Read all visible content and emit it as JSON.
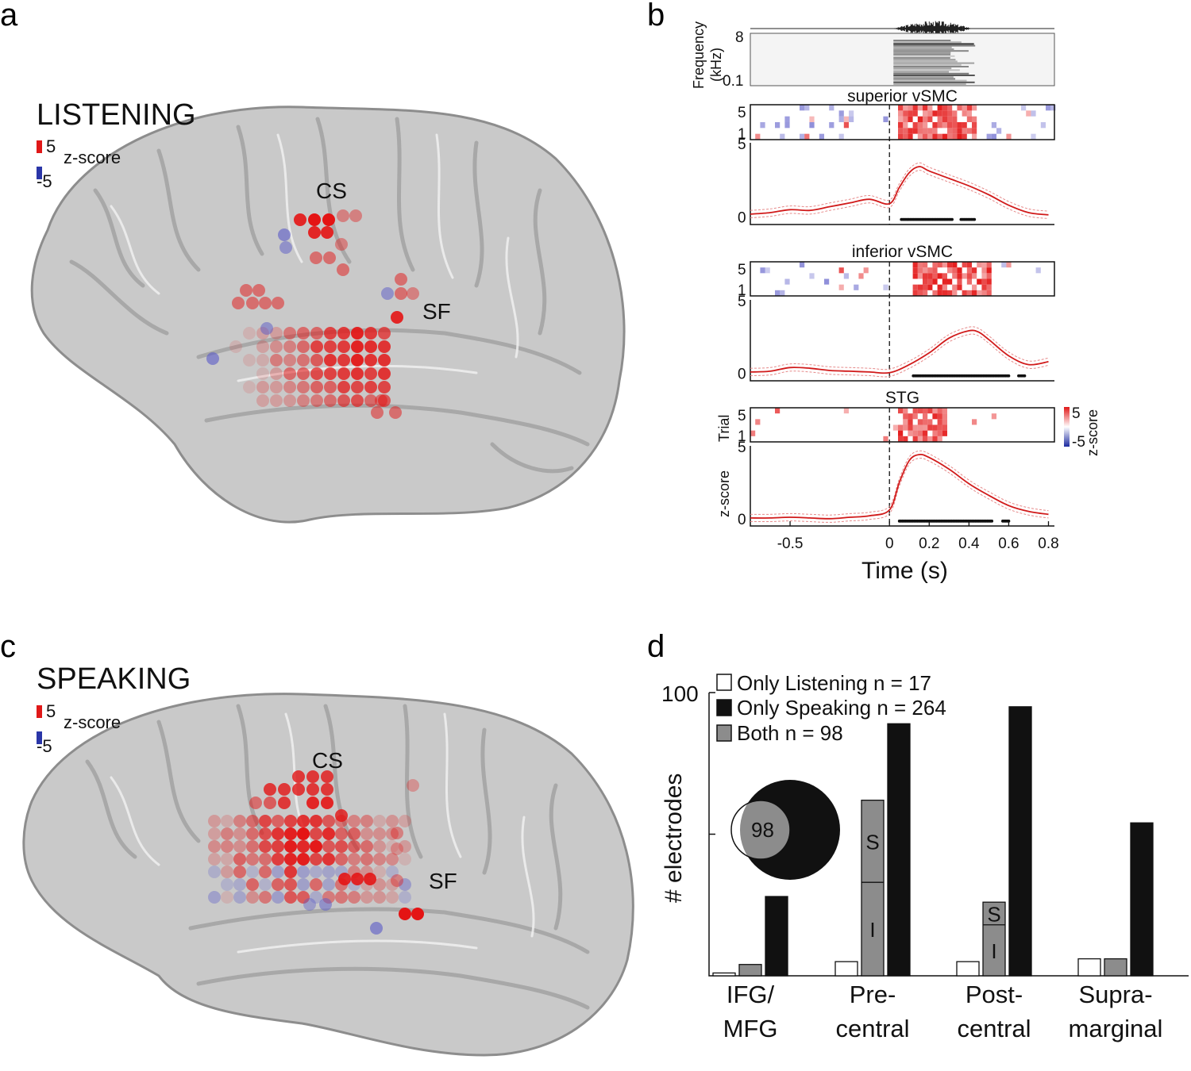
{
  "panels": {
    "a": {
      "label": "a",
      "title": "LISTENING",
      "cb_max": "5",
      "cb_min": "-5",
      "cb_label": "z-score",
      "cs_label": "CS",
      "sf_label": "SF"
    },
    "b": {
      "label": "b",
      "spectrogram": {
        "ylabel_line1": "Frequency",
        "ylabel_line2": "(kHz)",
        "ytick_top": "8",
        "ytick_bottom": "0.1"
      },
      "rows": [
        {
          "title": "superior vSMC",
          "raster_ytick_top": "5",
          "raster_ytick_bottom": "1",
          "trace_ytick_top": "5",
          "trace_ytick_bottom": "0"
        },
        {
          "title": "inferior vSMC",
          "raster_ytick_top": "5",
          "raster_ytick_bottom": "1",
          "trace_ytick_top": "5",
          "trace_ytick_bottom": "0"
        },
        {
          "title": "STG",
          "raster_ytick_top": "5",
          "raster_ytick_bottom": "1",
          "trace_ytick_top": "5",
          "trace_ytick_bottom": "0"
        }
      ],
      "raster_ylabel": "Trial",
      "trace_ylabel": "z-score",
      "cb_max": "5",
      "cb_min": "-5",
      "cb_label": "z-score",
      "xticks": [
        "-0.5",
        "0",
        "0.2",
        "0.4",
        "0.6",
        "0.8"
      ],
      "xlabel": "Time (s)"
    },
    "c": {
      "label": "c",
      "title": "SPEAKING",
      "cb_max": "5",
      "cb_min": "-5",
      "cb_label": "z-score",
      "cs_label": "CS",
      "sf_label": "SF"
    },
    "d": {
      "label": "d",
      "legend": [
        "Only Listening n = 17",
        "Only Speaking n = 264",
        "Both n = 98"
      ],
      "venn_label": "98",
      "ylabel": "# electrodes",
      "ytick_top": "100",
      "categories_line1": [
        "IFG/",
        "Pre-",
        "Post-",
        "Supra-"
      ],
      "categories_line2": [
        "MFG",
        "central",
        "central",
        "marginal"
      ],
      "seg_s": "S",
      "seg_i": "I"
    }
  },
  "chart_data": [
    {
      "type": "line",
      "title": "superior vSMC",
      "xlabel": "Time (s)",
      "ylabel": "z-score",
      "xlim": [
        -0.7,
        0.83
      ],
      "ylim": [
        -0.5,
        5
      ],
      "x": [
        -0.7,
        -0.6,
        -0.5,
        -0.4,
        -0.3,
        -0.2,
        -0.1,
        0.0,
        0.05,
        0.1,
        0.15,
        0.2,
        0.3,
        0.4,
        0.5,
        0.6,
        0.7,
        0.8
      ],
      "y": [
        0.2,
        0.3,
        0.5,
        0.45,
        0.7,
        0.95,
        1.2,
        0.9,
        2.0,
        3.0,
        3.4,
        3.1,
        2.6,
        2.1,
        1.5,
        0.8,
        0.3,
        0.15
      ],
      "sig_ranges": [
        [
          0.06,
          0.32
        ],
        [
          0.36,
          0.43
        ]
      ]
    },
    {
      "type": "line",
      "title": "inferior vSMC",
      "xlabel": "Time (s)",
      "ylabel": "z-score",
      "xlim": [
        -0.7,
        0.83
      ],
      "ylim": [
        -0.5,
        5
      ],
      "x": [
        -0.7,
        -0.6,
        -0.5,
        -0.4,
        -0.3,
        -0.2,
        -0.1,
        0.0,
        0.1,
        0.2,
        0.3,
        0.4,
        0.45,
        0.5,
        0.6,
        0.7,
        0.8
      ],
      "y": [
        0.1,
        0.15,
        0.4,
        0.35,
        0.2,
        0.15,
        0.1,
        0.05,
        0.6,
        1.4,
        2.4,
        2.9,
        2.8,
        2.3,
        1.2,
        0.6,
        0.8
      ],
      "sig_ranges": [
        [
          0.12,
          0.6
        ],
        [
          0.65,
          0.68
        ]
      ]
    },
    {
      "type": "line",
      "title": "STG",
      "xlabel": "Time (s)",
      "ylabel": "z-score",
      "xlim": [
        -0.7,
        0.83
      ],
      "ylim": [
        -0.5,
        5
      ],
      "x": [
        -0.7,
        -0.6,
        -0.5,
        -0.4,
        -0.3,
        -0.2,
        -0.1,
        0.0,
        0.05,
        0.1,
        0.15,
        0.2,
        0.3,
        0.4,
        0.5,
        0.6,
        0.7,
        0.8
      ],
      "y": [
        0.05,
        0.05,
        0.1,
        0.05,
        0.0,
        0.1,
        0.2,
        0.6,
        2.5,
        4.0,
        4.4,
        4.2,
        3.4,
        2.4,
        1.6,
        0.9,
        0.5,
        0.3
      ],
      "sig_ranges": [
        [
          0.05,
          0.52
        ],
        [
          0.57,
          0.6
        ]
      ]
    },
    {
      "type": "bar",
      "ylabel": "# electrodes",
      "ylim": [
        0,
        100
      ],
      "categories": [
        "IFG/MFG",
        "Pre-central",
        "Post-central",
        "Supra-marginal"
      ],
      "series": [
        {
          "name": "Only Listening n = 17",
          "color": "#ffffff",
          "values": [
            1,
            5,
            5,
            6
          ]
        },
        {
          "name": "Both n = 98",
          "color": "#8c8c8c",
          "values": [
            4,
            62,
            26,
            6
          ],
          "split_values": [
            null,
            33,
            18,
            null
          ]
        },
        {
          "name": "Only Speaking n = 264",
          "color": "#111111",
          "values": [
            28,
            89,
            95,
            54
          ]
        }
      ]
    }
  ]
}
